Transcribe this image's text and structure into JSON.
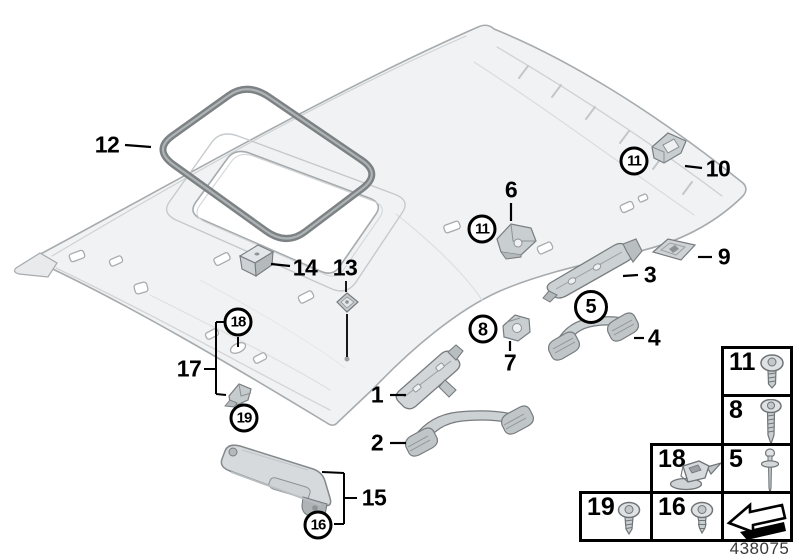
{
  "diagram": {
    "doc_number": "438075",
    "callouts": {
      "n1": "1",
      "n2": "2",
      "n3": "3",
      "n4": "4",
      "n5": "5",
      "n6": "6",
      "n7": "7",
      "n8": "8",
      "n9": "9",
      "n10": "10",
      "n11": "11",
      "n12": "12",
      "n13": "13",
      "n14": "14",
      "n15": "15",
      "n16": "16",
      "n17": "17",
      "n18": "18",
      "n19": "19"
    },
    "legend": {
      "cells": [
        {
          "label": "11",
          "icon": "screw-pan-head-icon"
        },
        {
          "label": "8",
          "icon": "screw-tapping-long-icon"
        },
        {
          "label": "18",
          "icon": "spring-clip-icon"
        },
        {
          "label": "5",
          "icon": "expanding-rivet-icon"
        },
        {
          "label": "19",
          "icon": "screw-self-tapping-icon"
        },
        {
          "label": "16",
          "icon": "screw-coarse-thread-icon"
        },
        {
          "label": "",
          "icon": "installation-direction-arrow-icon"
        }
      ]
    },
    "colors": {
      "background": "#ffffff",
      "panel_fill": "#f1f2f3",
      "panel_outline": "#a6abae",
      "seal": "#7c8184",
      "part_fill": "#ccd1d3",
      "part_outline": "#777c80",
      "callout_text": "#000000",
      "table_border": "#000000"
    }
  }
}
